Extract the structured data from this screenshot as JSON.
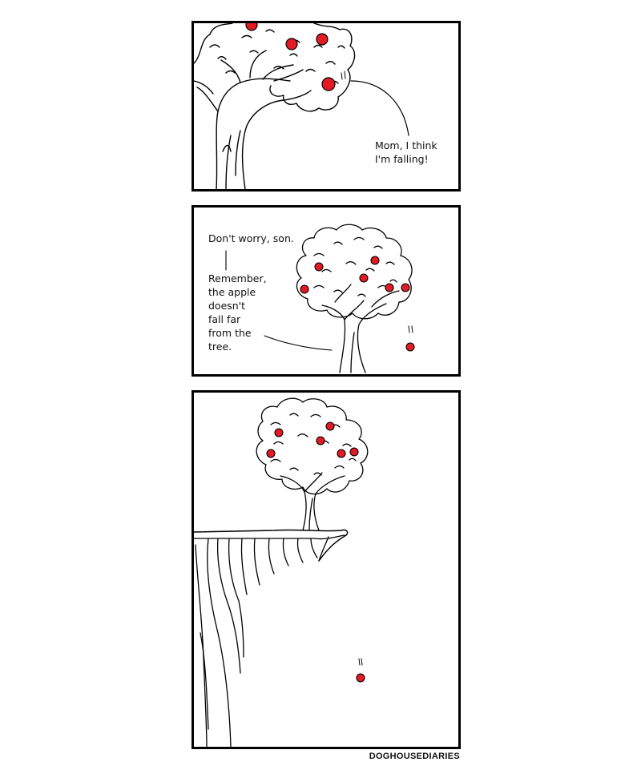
{
  "comic": {
    "colors": {
      "ink": "#000000",
      "apple": "#e31b23",
      "paper": "#ffffff"
    },
    "panels": [
      {
        "speech": [
          "Mom, I think\nI'm falling!"
        ]
      },
      {
        "speech": [
          "Don't worry, son.",
          "Remember,\nthe apple\ndoesn't\nfall far\nfrom the\ntree."
        ]
      },
      {
        "speech": []
      }
    ],
    "credit": "DOGHOUSEDIARIES"
  }
}
